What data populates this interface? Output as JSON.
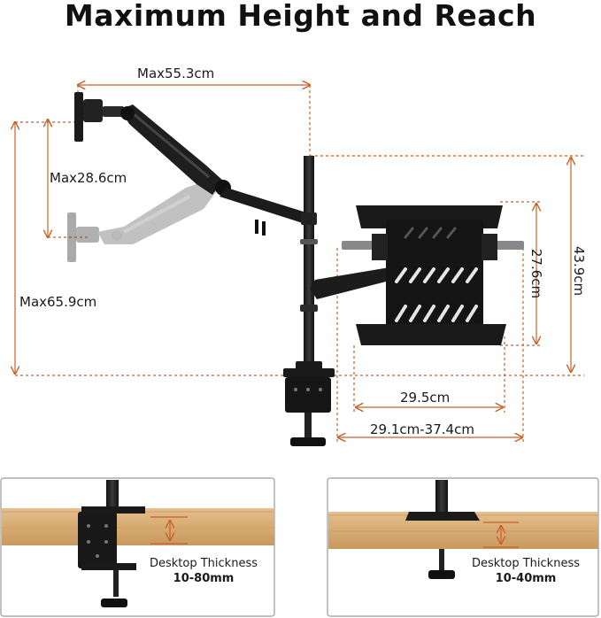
{
  "title": "Maximum Height and Reach",
  "dimensions": {
    "max_reach": "Max55.3cm",
    "max_arm_height": "Max28.6cm",
    "max_height": "Max65.9cm",
    "tray_width": "29.5cm",
    "tray_adjustable_width": "29.1cm-37.4cm",
    "tray_depth": "27.6cm",
    "tray_height": "43.9cm"
  },
  "clamp_panels": [
    {
      "label": "Desktop Thickness",
      "range": "10-80mm"
    },
    {
      "label": "Desktop Thickness",
      "range": "10-40mm"
    }
  ],
  "colors": {
    "dimension_line": "#c8622a",
    "hardware": "#1b1b1b",
    "wood": "#d9b07a"
  }
}
